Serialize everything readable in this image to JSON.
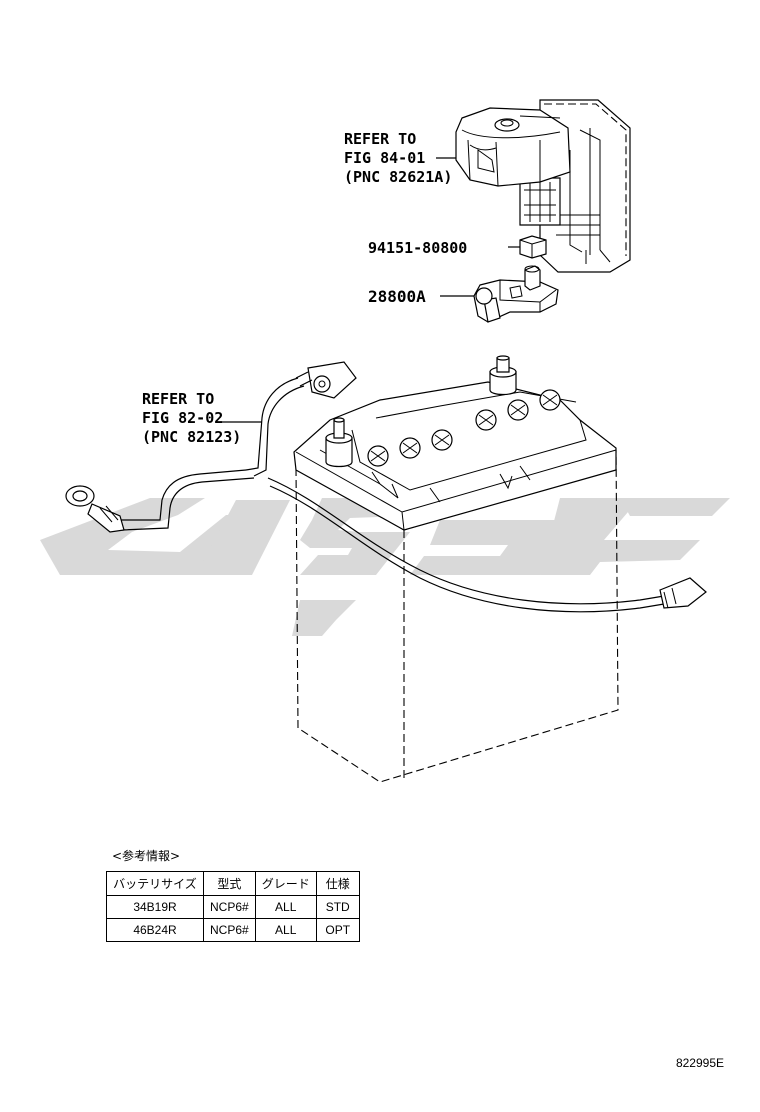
{
  "callouts": {
    "upper_refer": [
      "REFER TO",
      "FIG 84-01",
      "(PNC 82621A)"
    ],
    "bolt_part": "94151-80800",
    "terminal_part": "28800A",
    "lower_refer": [
      "REFER TO",
      "FIG 82-02",
      "(PNC 82123)"
    ]
  },
  "watermark_color": "#d9d9d9",
  "reference_info": {
    "caption": "<参考情報>",
    "headers": [
      "バッテリサイズ",
      "型式",
      "グレード",
      "仕様"
    ],
    "rows": [
      [
        "34B19R",
        "NCP6#",
        "ALL",
        "STD"
      ],
      [
        "46B24R",
        "NCP6#",
        "ALL",
        "OPT"
      ]
    ]
  },
  "drawing_code": "822995E"
}
